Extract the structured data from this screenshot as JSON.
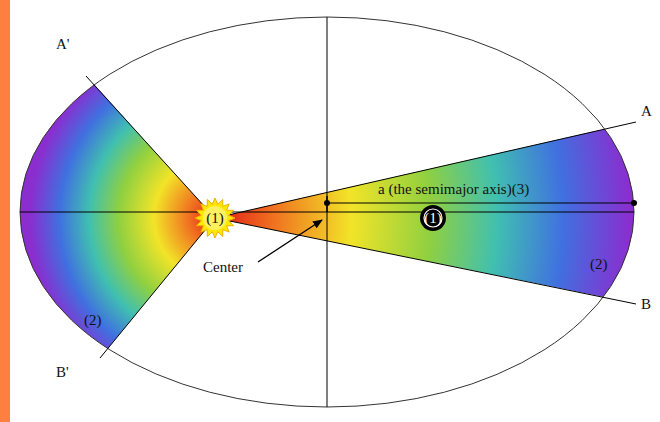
{
  "diagram": {
    "nodes": [
      {
        "text": [
          "(1)"
        ]
      },
      {
        "text": [
          "(1)"
        ]
      }
    ],
    "labels": [
      "A'",
      "A",
      "a (the semimajor axis)(3)",
      "Center",
      "(2)",
      "(2)",
      "B",
      "B'"
    ]
  }
}
